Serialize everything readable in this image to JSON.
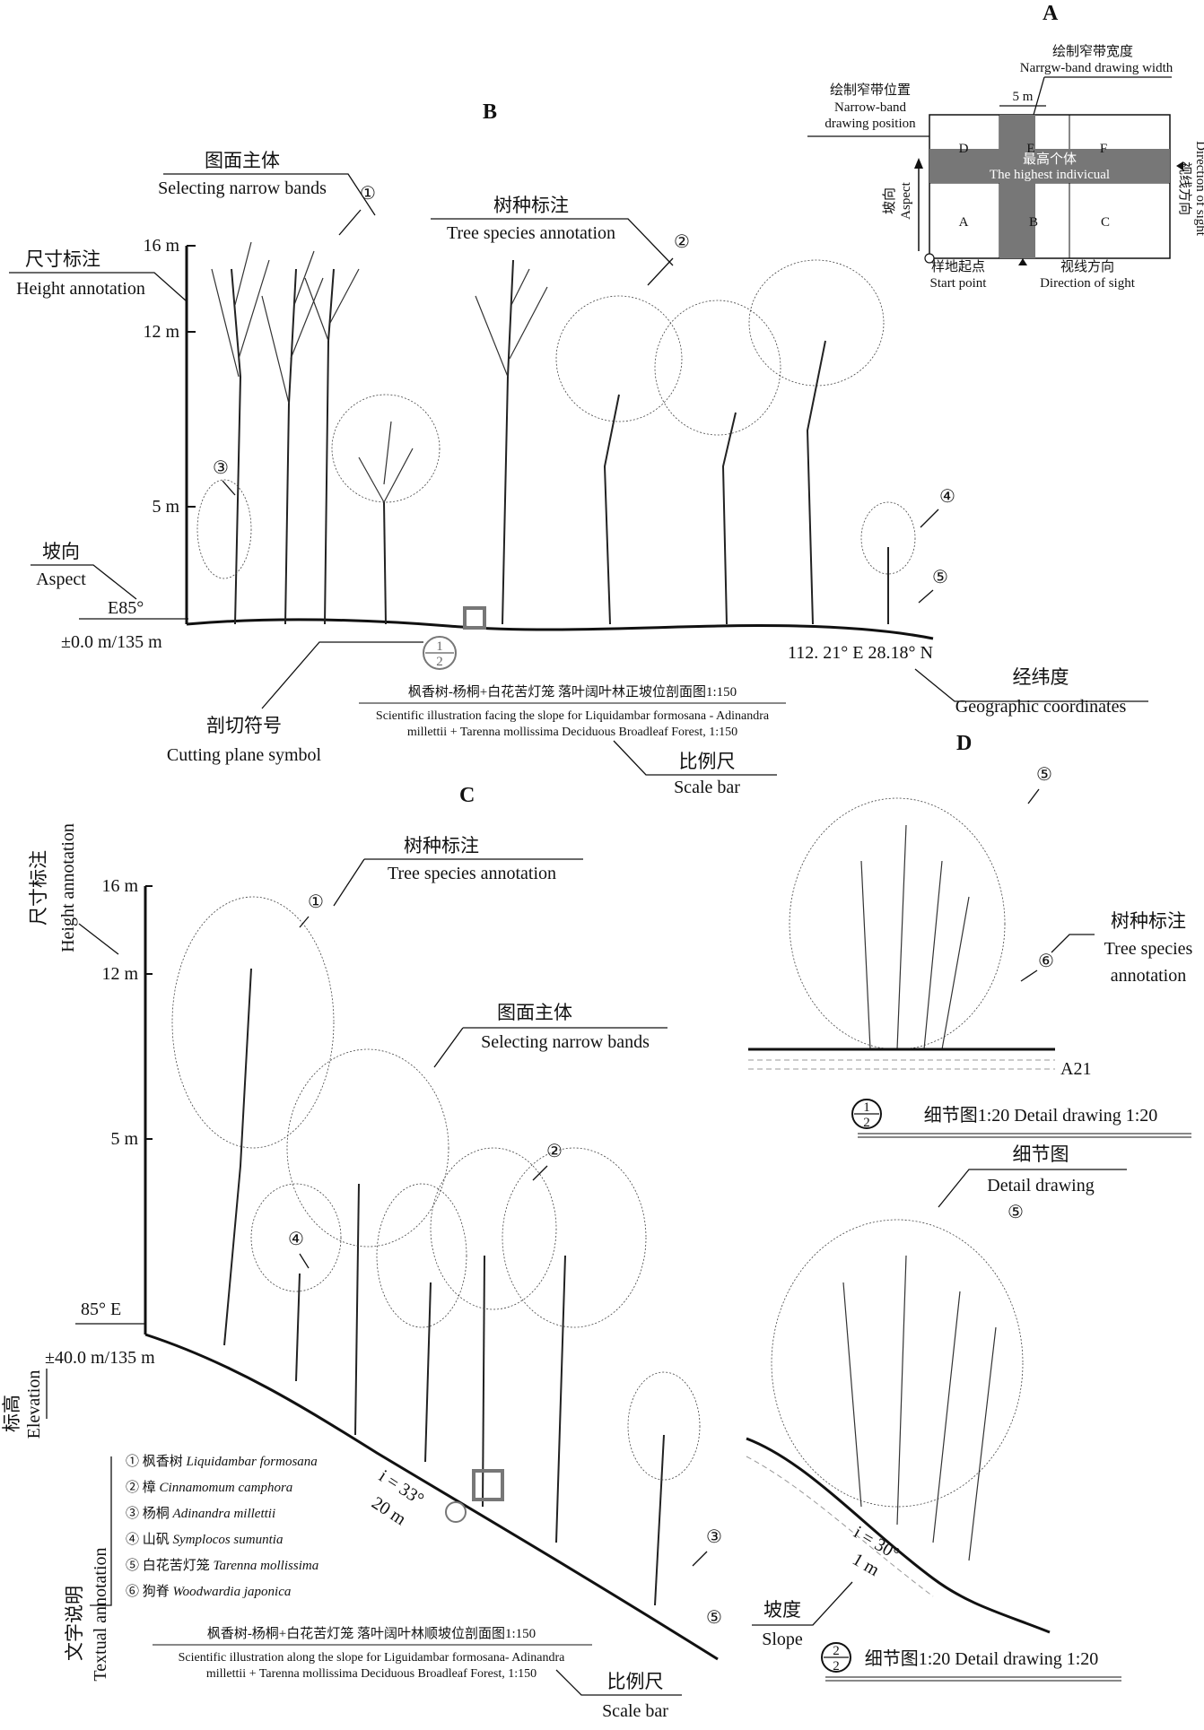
{
  "panelA": {
    "letter": "A",
    "band_width_cn": "绘制窄带宽度",
    "band_width_en": "Narrgw-band drawing width",
    "band_size": "5 m",
    "band_pos_cn": "绘制窄带位置",
    "band_pos_en1": "Narrow-band",
    "band_pos_en2": "drawing position",
    "cells": [
      "D",
      "E",
      "F",
      "A",
      "B",
      "C"
    ],
    "highest_cn": "最高个体",
    "highest_en": "The highest indivicual",
    "aspect_cn": "坡向",
    "aspect_en": "Aspect",
    "sight_side_cn": "视线方向",
    "sight_side_en": "Direction of sight",
    "start_cn": "样地起点",
    "start_en": "Start point",
    "sight_bottom_cn": "视线方向",
    "sight_bottom_en": "Direction of sight"
  },
  "panelB": {
    "letter": "B",
    "subject_cn": "图面主体",
    "subject_en": "Selecting narrow bands",
    "species_cn": "树种标注",
    "species_en": "Tree species annotation",
    "height_cn": "尺寸标注",
    "height_en": "Height annotation",
    "ticks": [
      "16 m",
      "12 m",
      "5 m"
    ],
    "aspect_cn": "坡向",
    "aspect_en": "Aspect",
    "aspect_val": "E85°",
    "elevation": "±0.0 m/135 m",
    "coords": "112. 21° E  28.18° N",
    "geo_cn": "经纬度",
    "geo_en": "Geographic coordinates",
    "cut_cn": "剖切符号",
    "cut_en": "Cutting plane symbol",
    "cut_top": "1",
    "cut_bottom": "2",
    "caption_cn": "枫香树-杨桐+白花苦灯笼  落叶阔叶林正坡位剖面图1:150",
    "caption_en1": "Scientific illustration facing the slope for Liquidambar formosana - Adinandra",
    "caption_en2": "millettii + Tarenna mollissima Deciduous Broadleaf Forest, 1:150",
    "scale_cn": "比例尺",
    "scale_en": "Scale bar",
    "markers": [
      "①",
      "②",
      "③",
      "④",
      "⑤"
    ]
  },
  "panelC": {
    "letter": "C",
    "species_cn": "树种标注",
    "species_en": "Tree species annotation",
    "subject_cn": "图面主体",
    "subject_en": "Selecting narrow bands",
    "height_cn": "尺寸标注",
    "height_en": "Height annotation",
    "ticks": [
      "16 m",
      "12 m",
      "5 m"
    ],
    "aspect_val": "85° E",
    "elevation": "±40.0 m/135 m",
    "elev_cn": "标高",
    "elev_en": "Elevation",
    "slope_i": "i = 33°",
    "slope_len": "20 m",
    "text_cn": "文字说明",
    "text_en": "Textual annotation",
    "legend": [
      {
        "num": "①",
        "cn": "枫香树",
        "latin": "Liquidambar formosana"
      },
      {
        "num": "②",
        "cn": "樟",
        "latin": "Cinnamomum camphora"
      },
      {
        "num": "③",
        "cn": "杨桐",
        "latin": "Adinandra millettii"
      },
      {
        "num": "④",
        "cn": "山矾",
        "latin": "Symplocos sumuntia"
      },
      {
        "num": "⑤",
        "cn": "白花苦灯笼",
        "latin": "Tarenna mollissima"
      },
      {
        "num": "⑥",
        "cn": "狗脊",
        "latin": "Woodwardia japonica"
      }
    ],
    "caption_cn": "枫香树-杨桐+白花苦灯笼  落叶阔叶林顺坡位剖面图1:150",
    "caption_en1": "Scientific illustration along the slope for Liguidambar formosana- Adinandra",
    "caption_en2": "millettii + Tarenna mollissima Deciduous Broadleaf Forest, 1:150",
    "scale_cn": "比例尺",
    "scale_en": "Scale bar",
    "markers": [
      "①",
      "②",
      "③",
      "④",
      "⑤"
    ]
  },
  "panelD": {
    "letter": "D",
    "species_cn": "树种标注",
    "species_en1": "Tree species",
    "species_en2": "annotation",
    "soil_label": "A21",
    "detail1_top": "1",
    "detail1_bottom": "2",
    "detail1_label": "细节图1:20 Detail drawing 1:20",
    "detail_cn": "细节图",
    "detail_en": "Detail drawing",
    "slope_i": "i = 30°",
    "slope_len": "1 m",
    "slope_cn": "坡度",
    "slope_en": "Slope",
    "detail2_top": "2",
    "detail2_bottom": "2",
    "detail2_label": "细节图1:20 Detail drawing 1:20",
    "markers": [
      "⑤",
      "⑥",
      "⑤"
    ]
  }
}
